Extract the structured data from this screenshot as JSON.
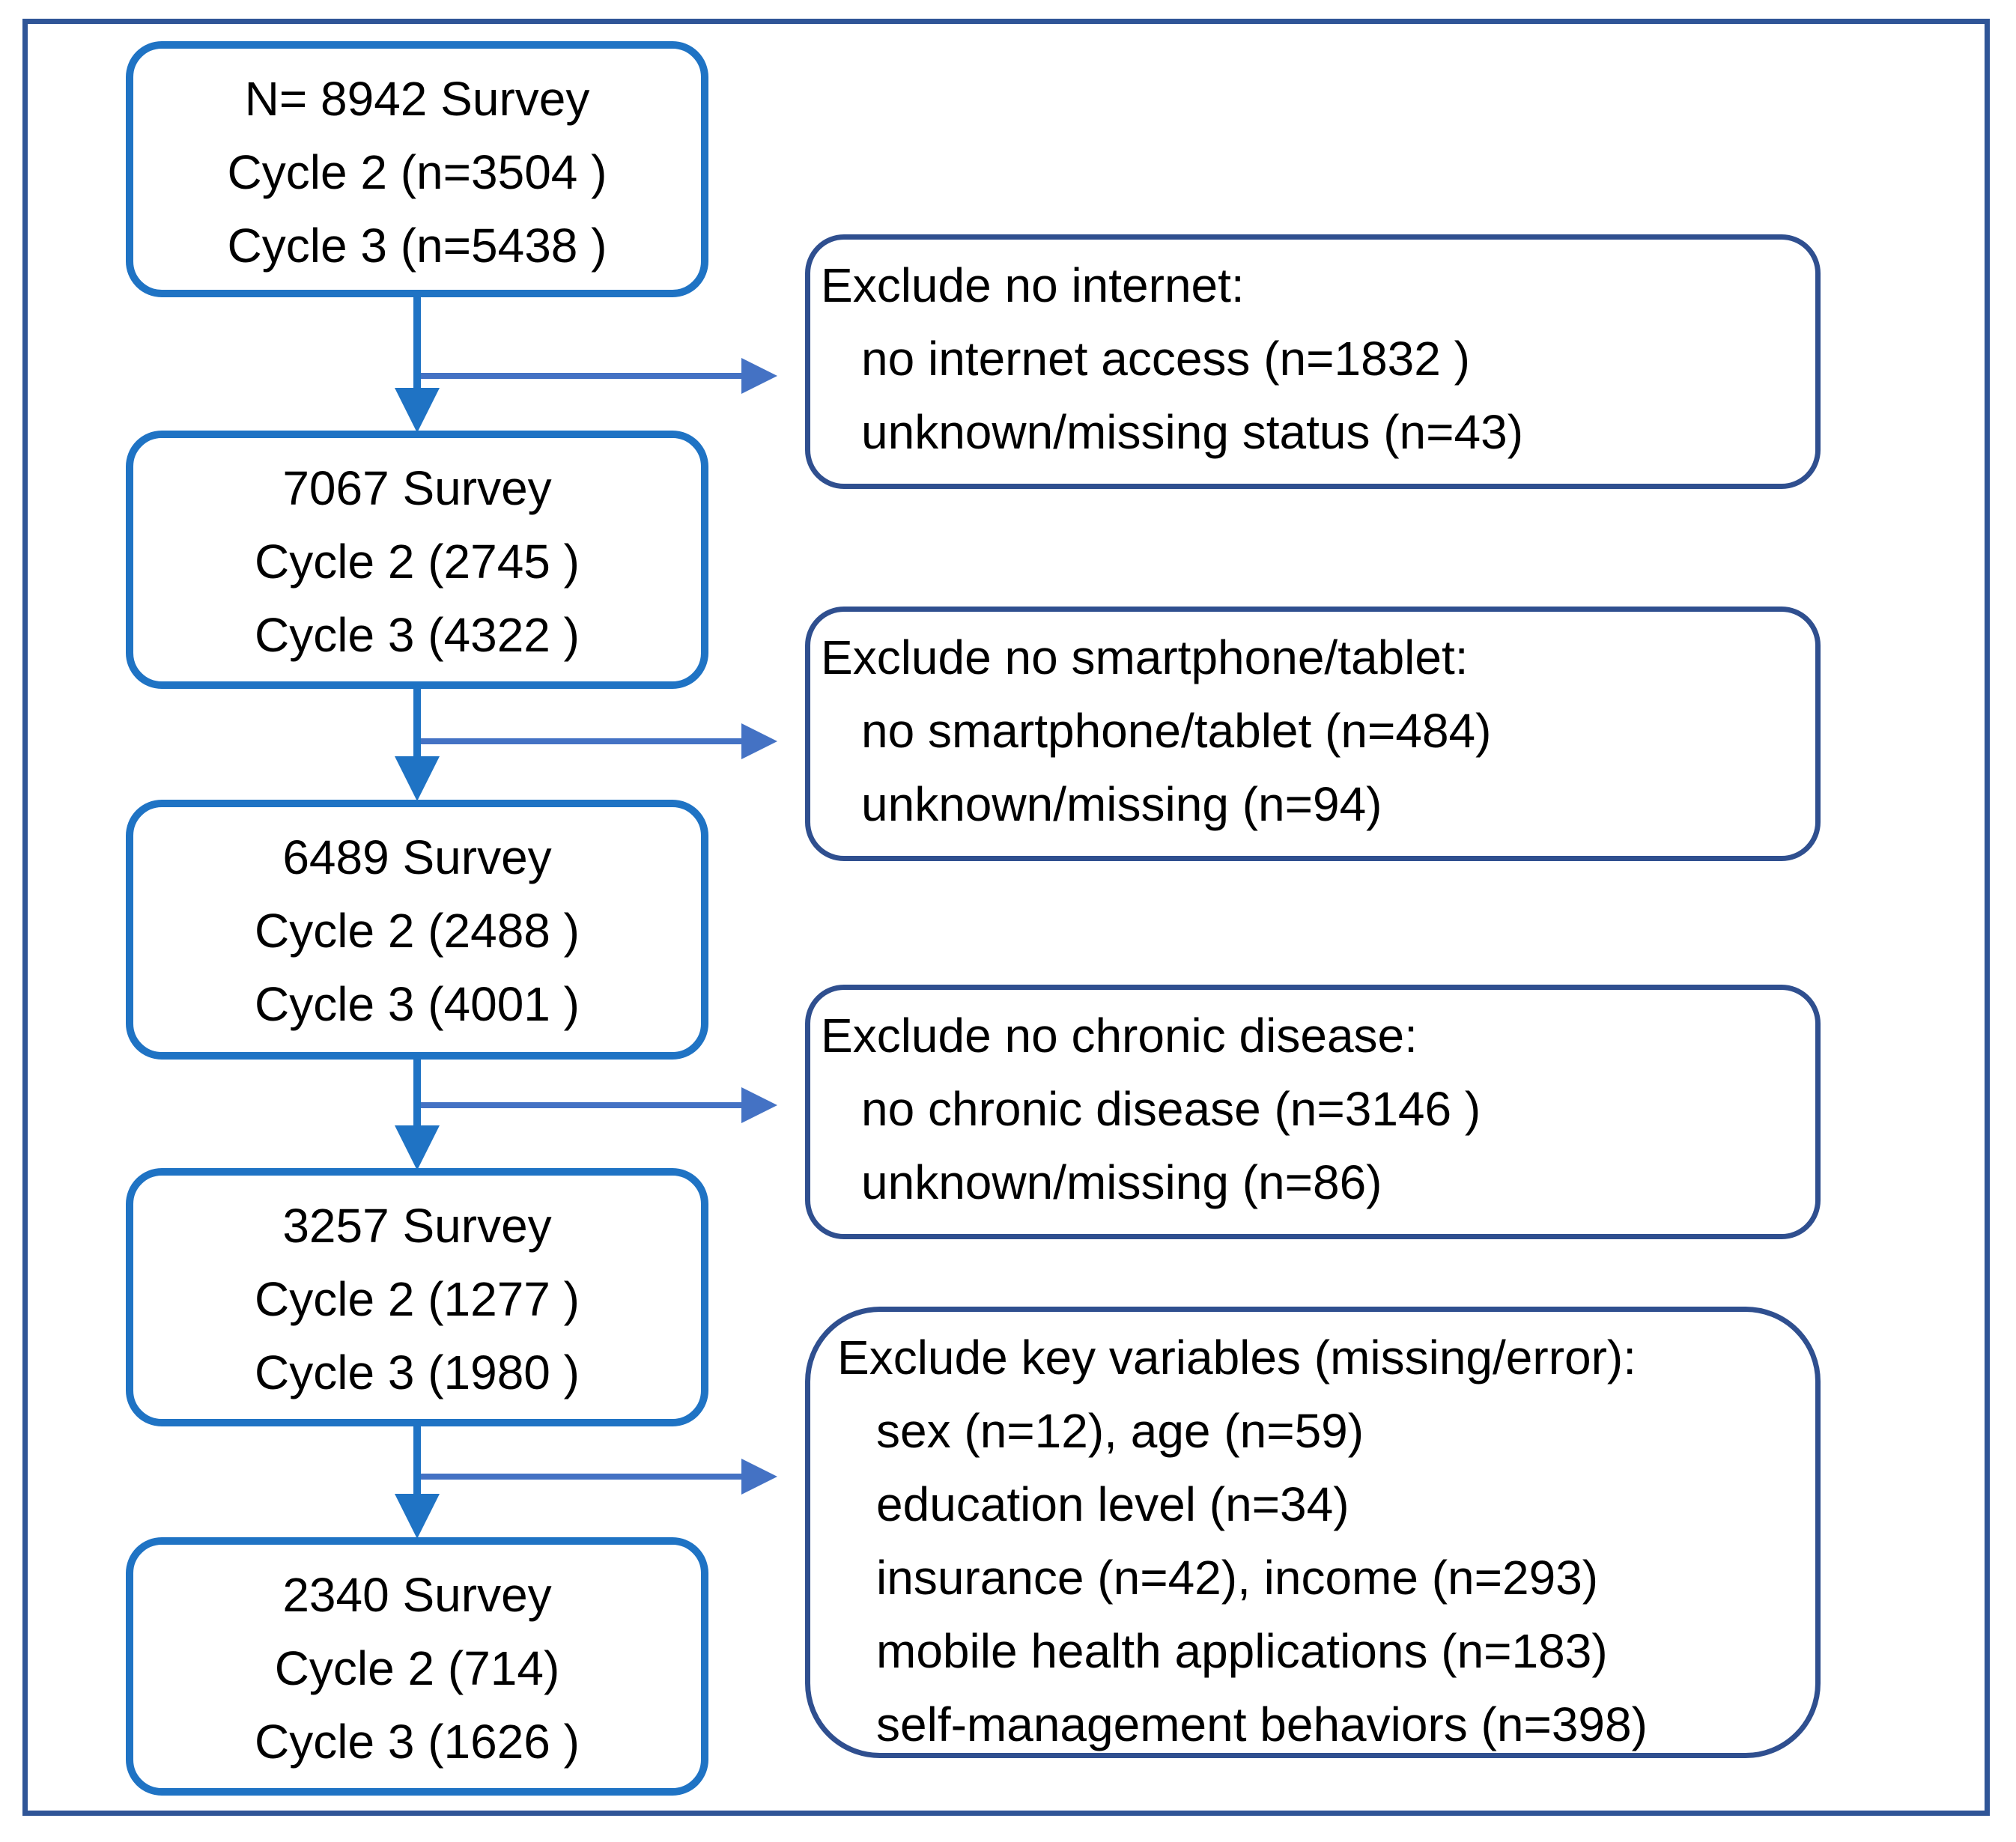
{
  "main_boxes": [
    {
      "lines": [
        "N= 8942 Survey",
        "Cycle 2 (n=3504 )",
        "Cycle 3 (n=5438 )"
      ]
    },
    {
      "lines": [
        "7067 Survey",
        "Cycle 2 (2745 )",
        "Cycle 3 (4322 )"
      ]
    },
    {
      "lines": [
        "6489 Survey",
        "Cycle 2 (2488 )",
        "Cycle 3 (4001 )"
      ]
    },
    {
      "lines": [
        "3257 Survey",
        "Cycle 2 (1277 )",
        "Cycle 3 (1980 )"
      ]
    },
    {
      "lines": [
        "2340 Survey",
        "Cycle 2 (714)",
        "Cycle 3 (1626 )"
      ]
    }
  ],
  "exclusion_boxes": [
    {
      "title": "Exclude no internet:",
      "items": [
        "no internet access (n=1832 )",
        "unknown/missing status (n=43)"
      ]
    },
    {
      "title": "Exclude no smartphone/tablet:",
      "items": [
        "no smartphone/tablet (n=484)",
        "unknown/missing (n=94)"
      ]
    },
    {
      "title": "Exclude no chronic disease:",
      "items": [
        "no chronic disease (n=3146 )",
        "unknown/missing (n=86)"
      ]
    },
    {
      "title": "Exclude key variables (missing/error):",
      "items": [
        "sex (n=12), age (n=59)",
        "education level (n=34)",
        "insurance (n=42), income (n=293)",
        "mobile health applications (n=183)",
        "self-management behaviors (n=398)"
      ]
    }
  ],
  "colors": {
    "main_border": "#1f73c4",
    "side_border": "#2f4f8f",
    "frame": "#2f5597",
    "arrow": "#4472c4"
  }
}
